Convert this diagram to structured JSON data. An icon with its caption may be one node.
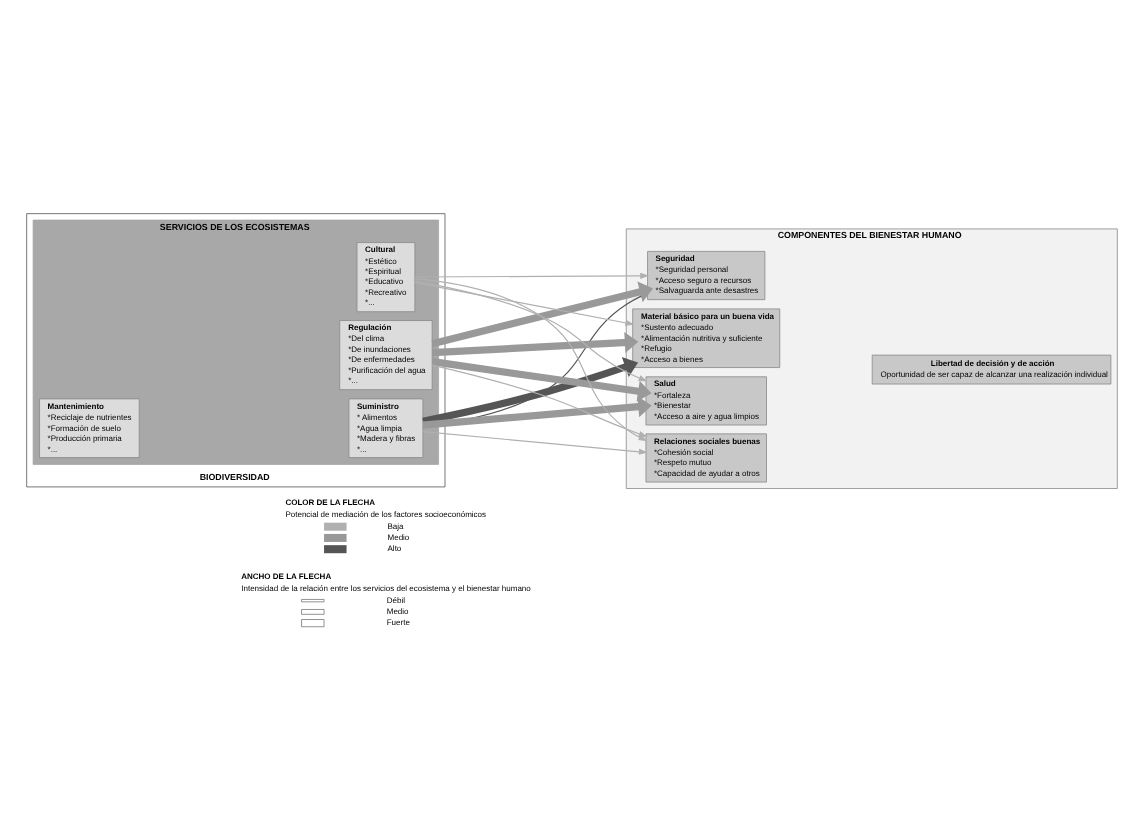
{
  "diagram": {
    "nodes": [
      {
        "text": [
          "BIODIVERSIDAD"
        ]
      },
      {
        "text": [
          "SERVICIOS DE LOS ECOSISTEMAS"
        ],
        "in": 0
      },
      {
        "text": [
          "Mantenimiento",
          "*Reciclaje de nutrientes",
          "*Formación de suelo",
          "*Producción primaria",
          "*..."
        ],
        "in": 1
      },
      {
        "text": [
          "Suministro",
          "* Alimentos",
          "*Agua limpia",
          "*Madera y fibras",
          "*..."
        ],
        "in": 1
      },
      {
        "text": [
          "Regulación",
          "*Del clima",
          "*De inundaciones",
          "*De enfermedades",
          "*Purificación del agua",
          "*..."
        ],
        "in": 1
      },
      {
        "text": [
          "Cultural",
          "*Estético",
          "*Espiritual",
          "*Educativo",
          "*Recreativo",
          "*..."
        ],
        "in": 1
      },
      {
        "text": [
          "COMPONENTES DEL BIENESTAR HUMANO"
        ]
      },
      {
        "text": [
          "Seguridad",
          "*Seguridad personal",
          "*Acceso seguro a recursos",
          "*Salvaguarda ante desastres"
        ],
        "in": 6
      },
      {
        "text": [
          "Material básico para un buena vida",
          "*Sustento adecuado",
          "*Alimentación nutritiva y suficiente",
          "*Refugio",
          "*Acceso a bienes"
        ],
        "in": 6
      },
      {
        "text": [
          "Salud",
          "*Fortaleza",
          "*Bienestar",
          "*Acceso a aire y agua limpios"
        ],
        "in": 6
      },
      {
        "text": [
          "Relaciones sociales buenas",
          "*Cohesión social",
          "*Respeto mutuo",
          "*Capacidad de ayudar a otros"
        ],
        "in": 6
      },
      {
        "text": [
          "Libertad de decisión y de acción",
          "Oportunidad de ser capaz de alcanzar una realización individual"
        ],
        "in": 6
      }
    ],
    "edges": [
      {
        "from": 3,
        "to": 7,
        "arrow": "to",
        "color": "#555555"
      },
      {
        "from": 3,
        "to": 8,
        "arrow": "to",
        "style": "thick",
        "color": "#555555"
      },
      {
        "from": 3,
        "to": 9,
        "arrow": "to",
        "style": "thick"
      },
      {
        "from": 3,
        "to": 10,
        "arrow": "to",
        "color": "#b0b0b0"
      },
      {
        "from": 4,
        "to": 7,
        "arrow": "to",
        "style": "thick"
      },
      {
        "from": 4,
        "to": 8,
        "arrow": "to",
        "style": "thick"
      },
      {
        "from": 4,
        "to": 9,
        "arrow": "to",
        "style": "thick"
      },
      {
        "from": 4,
        "to": 10,
        "arrow": "to",
        "color": "#b0b0b0"
      },
      {
        "from": 5,
        "to": 7,
        "arrow": "to",
        "color": "#b0b0b0"
      },
      {
        "from": 5,
        "to": 8,
        "arrow": "to",
        "color": "#b0b0b0"
      },
      {
        "from": 5,
        "to": 9,
        "arrow": "to",
        "color": "#b0b0b0"
      },
      {
        "from": 5,
        "to": 10,
        "arrow": "to",
        "color": "#b0b0b0"
      }
    ],
    "labels": [
      "COLOR DE LA FLECHA",
      "Potencial de mediación de los factores socioeconómicos",
      "ANCHO DE LA FLECHA",
      "Intensidad de la relación entre los servicios del ecosistema y el bienestar humano"
    ],
    "legend": [
      {
        "text": "Baja",
        "color": "#b0b0b0"
      },
      {
        "text": "Medio",
        "color": "#999999"
      },
      {
        "text": "Alto",
        "color": "#555555"
      },
      {
        "text": "Débil"
      },
      {
        "text": "Medio"
      },
      {
        "text": "Fuerte"
      }
    ]
  }
}
